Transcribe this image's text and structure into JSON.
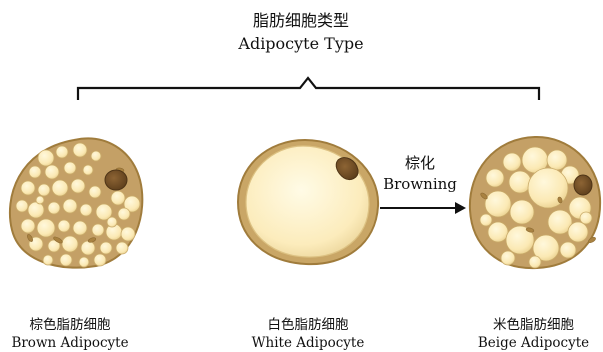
{
  "title": {
    "zh": "脂肪细胞类型",
    "en": "Adipocyte Type"
  },
  "arrow": {
    "zh": "棕化",
    "en": "Browning"
  },
  "cells": [
    {
      "zh": "棕色脂肪细胞",
      "en": "Brown Adipocyte"
    },
    {
      "zh": "白色脂肪细胞",
      "en": "White Adipocyte"
    },
    {
      "zh": "米色脂肪细胞",
      "en": "Beige Adipocyte"
    }
  ],
  "colors": {
    "membrane": "#b08b48",
    "cytoplasm": "#c4a066",
    "droplet": "#fbe9b4",
    "droplet_edge": "#d8bd7c",
    "nucleus": "#7b5528",
    "mitochondria": "#a98241",
    "line": "#111111"
  }
}
